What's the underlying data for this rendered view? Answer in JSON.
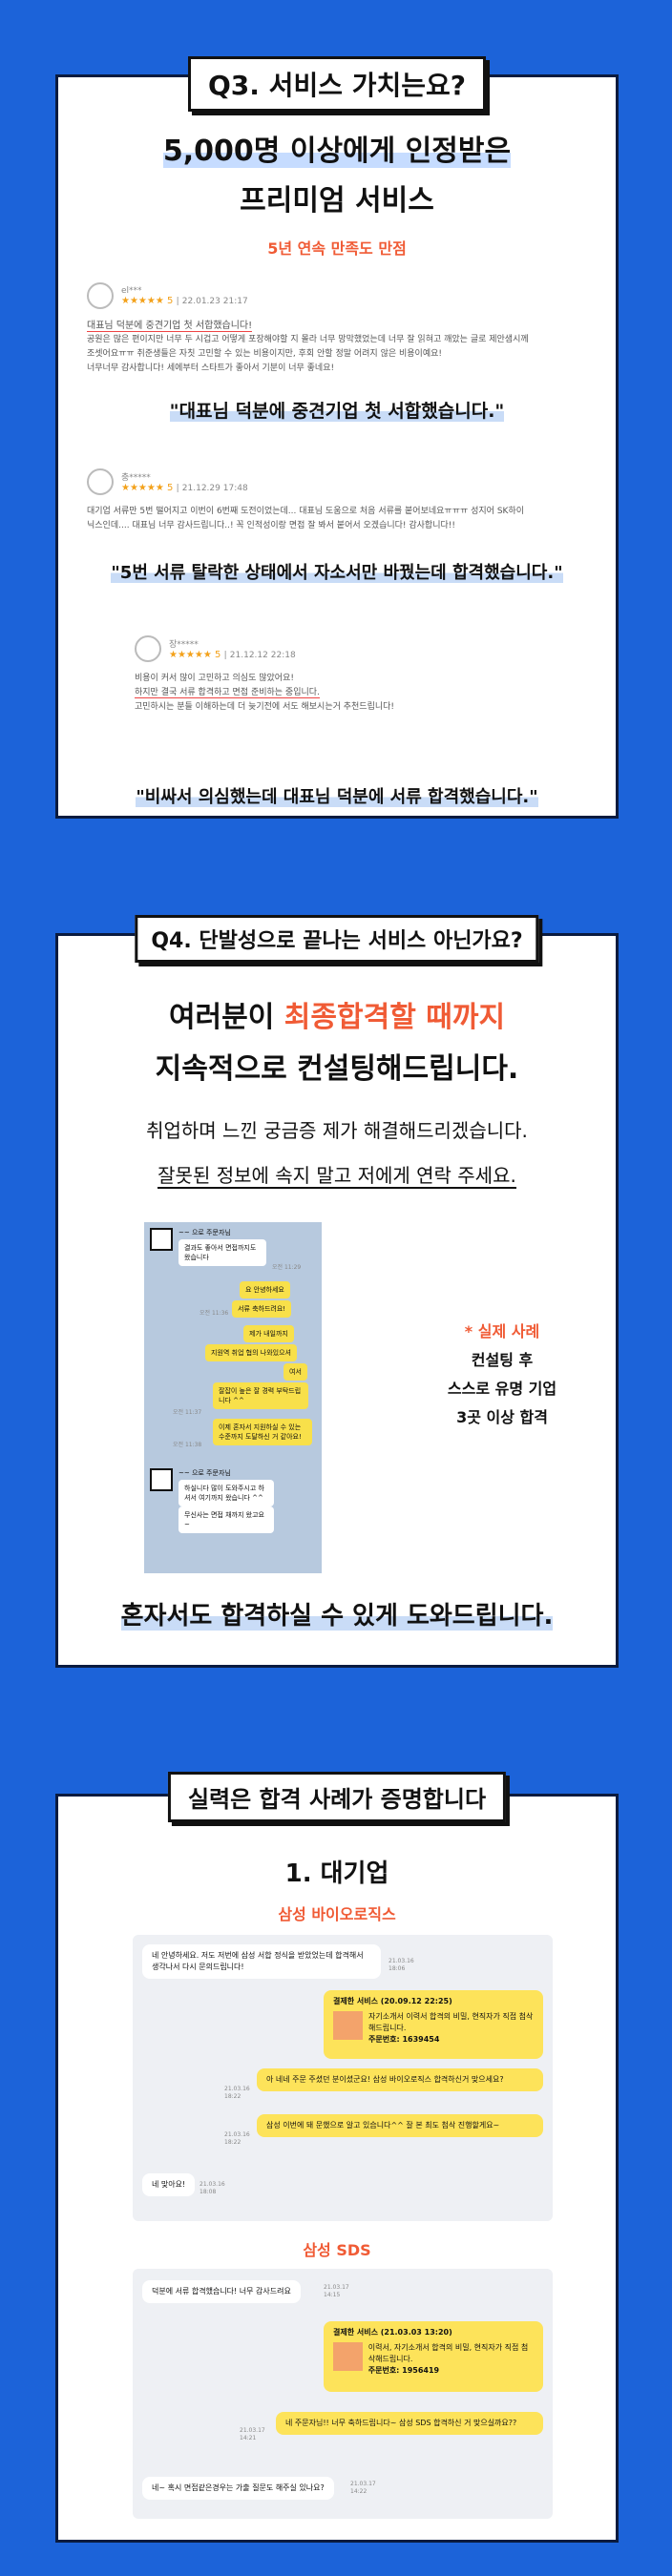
{
  "q3": {
    "tag": "Q3. 서비스 가치는요?",
    "headline1": "5,000명 이상에게 인정받은",
    "headline2": "프리미엄 서비스",
    "sub": "5년 연속 만족도 만점",
    "reviews": [
      {
        "name": "el***",
        "rating": "★★★★★ 5",
        "date": "22.01.23 21:17",
        "line1": "대표님 덕분에 중견기업 첫 서합했습니다!",
        "line2": "공원은 많은 편이지만 너무 두 시겁고 어떻게 포장해야할 지 몰라 너무 망막했었는데 너무 잘 읽혀고 깨았는 글로 제안샘시께",
        "line3": "조셋어요ㅠㅠ 취준생들은 자칫 고민할 수 있는 비용이지만, 후회 안할 정말 어려지 않은 비용이예요!",
        "line4": "너무너무 감사합니다! 세에부터 스타트가 좋아서 기분이 너무 좋네요!",
        "quote": "\"대표님 덕분에 중견기업 첫 서합했습니다.\""
      },
      {
        "name": "충*****",
        "rating": "★★★★★ 5",
        "date": "21.12.29 17:48",
        "line1": "대기업 서류만 5번 떨어지고 이번이 6번째 도전이었는데... 대표님 도움으로 처음 서류를 붙어보네요ㅠㅠㅠ 성지어 SK하이",
        "line2": "닉스인데.... 대표님 너무 감사드립니다..! 꼭 인적성이랑 면접 잘 봐서 붙어서 오겠습니다! 감사합니다!!",
        "quote": "\"5번 서류 탈락한 상태에서 자소서만 바꿨는데 합격했습니다.\""
      },
      {
        "name": "장*****",
        "rating": "★★★★★ 5",
        "date": "21.12.12 22:18",
        "line1": "비용이 커서 많이 고민하고 의심도 많았어요!",
        "line2": "하지만 결국 서류 합격하고 면접 준비하는 중입니다.",
        "line3": "고민하시는 분들 이해하는데 더 늦기전에 서도 해보시는거 추천드립니다!",
        "quote": "\"비싸서 의심했는데 대표님 덕분에 서류 합격했습니다.\""
      }
    ]
  },
  "q4": {
    "tag": "Q4. 단발성으로 끝나는 서비스 아닌가요?",
    "title_pre": "여러분이 ",
    "title_hl": "최종합격할 때까지",
    "title2": "지속적으로 컨설팅해드립니다.",
    "line1": "취업하며 느낀 궁금증 제가  해결해드리겠습니다.",
    "line2": "잘못된 정보에 속지 말고 저에게 연락 주세요.",
    "case_label": "* 실제 사례",
    "case1": "컨설팅 후",
    "case2": "스스로 유명 기업",
    "case3": "3곳 이상 합격",
    "bottom": "혼자서도 합격하실 수 있게 도와드립니다.",
    "chat": {
      "name1": "~~ 으로 주문자님",
      "m1": "결과도 좋아서 면접까지도 왔습니다",
      "t1": "오전 11:29",
      "m2": "요 안녕하세요",
      "m3": "서류 축하드려요!",
      "t2": "오전 11:36",
      "m4": "제가 내일까지",
      "m5": "지원역 취업 협의 나와있으셔",
      "m6": "여서",
      "m7": "잘잡이 높은 잘 경력 부탁드립니다 ^^",
      "t3": "오전 11:37",
      "m8": "이제 혼자서 지원하실 수 있는 수준까지 도달하신 거 같아요!",
      "t4": "오전 11:38",
      "name2": "~~ 으로 주문자님",
      "m9": "하실니다 많이 도와주시고 하셔서 여기까지 왔습니다 ^^",
      "m10": "무신사는 면접 채까지 왔고요~"
    }
  },
  "cases": {
    "tag": "실력은 합격 사례가 증명합니다",
    "heading": "1. 대기업",
    "company1": "삼성 바이오로직스",
    "c1": {
      "m1": "네 안녕하세요. 저도 저번에 삼성 서합 정식을 받았었는데 합격해서 생각나서 다시 문의드립니다!",
      "t1": "21.03.16\n18:06",
      "card_title": "결제한 서비스 (20.09.12 22:25)",
      "card_body": "자기소개서 이력서 합격의 비밀, 현직자가 직접 첨삭해드립니다.",
      "card_order": "주문번호: 1639454",
      "m2": "아 네네 주문 주셨던 분이셨군요! 삼성 바이오로직스 합격하신거 맞으세요?",
      "t2": "21.03.16\n18:22",
      "m3": "삼성 이번에 돼 문했으로 알고 있습니다^^ 잘 본 최도 첨삭 진행할게요~",
      "t3": "21.03.16\n18:22",
      "m4": "네 맞아요!",
      "t4": "21.03.16\n18:08"
    },
    "company2": "삼성 SDS",
    "c2": {
      "m1": "덕분에 서류 합격했습니다! 너무 감사드려요",
      "t1": "21.03.17\n14:15",
      "card_title": "결제한 서비스 (21.03.03 13:20)",
      "card_body": "이력서, 자기소개서 합격의 비밀, 현직자가 직접 첨삭해드립니다.",
      "card_order": "주문번호: 1956419",
      "m2": "네 주문자님!! 너무 축하드립니다~ 삼성 SDS 합격하신 거 맞으실까요??",
      "t2": "21.03.17\n14:21",
      "m3": "네~ 혹시 면접같은경우는 가출 질문도 해주실 있나요?",
      "t3": "21.03.17\n14:22"
    }
  }
}
